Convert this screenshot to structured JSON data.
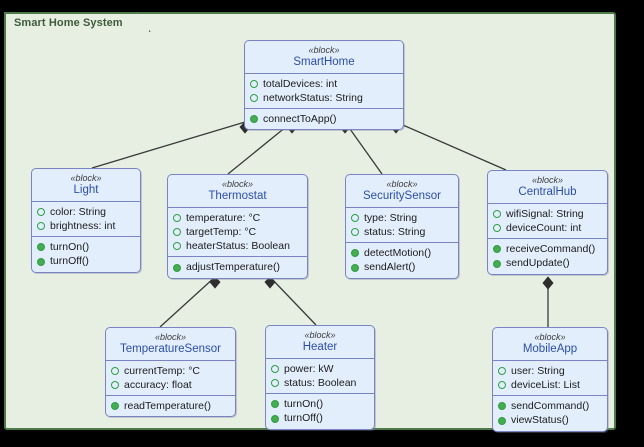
{
  "frame": {
    "label": "Smart Home System"
  },
  "colors": {
    "frame_border": "#4f7a4a",
    "frame_background": "#e7eee2",
    "block_fill": "#e3eefc",
    "block_border": "#7a84c4",
    "block_title": "#2b4fa8",
    "attribute_marker": "#2f9e44",
    "operation_marker": "#46ab52",
    "connector": "#3a3a3a",
    "page_background": "#000000"
  },
  "stereotype": "«block»",
  "blocks": [
    {
      "id": "smarthome",
      "name": "SmartHome",
      "stereotype": "«block»",
      "attributes": [
        "totalDevices: int",
        "networkStatus: String"
      ],
      "operations": [
        "connectToApp()"
      ]
    },
    {
      "id": "light",
      "name": "Light",
      "stereotype": "«block»",
      "attributes": [
        "color: String",
        "brightness: int"
      ],
      "operations": [
        "turnOn()",
        "turnOff()"
      ]
    },
    {
      "id": "thermostat",
      "name": "Thermostat",
      "stereotype": "«block»",
      "attributes": [
        "temperature: °C",
        "targetTemp: °C",
        "heaterStatus: Boolean"
      ],
      "operations": [
        "adjustTemperature()"
      ]
    },
    {
      "id": "securitysensor",
      "name": "SecuritySensor",
      "stereotype": "«block»",
      "attributes": [
        "type: String",
        "status: String"
      ],
      "operations": [
        "detectMotion()",
        "sendAlert()"
      ]
    },
    {
      "id": "centralhub",
      "name": "CentralHub",
      "stereotype": "«block»",
      "attributes": [
        "wifiSignal: String",
        "deviceCount: int"
      ],
      "operations": [
        "receiveCommand()",
        "sendUpdate()"
      ]
    },
    {
      "id": "temperaturesensor",
      "name": "TemperatureSensor",
      "stereotype": "«block»",
      "attributes": [
        "currentTemp: °C",
        "accuracy: float"
      ],
      "operations": [
        "readTemperature()"
      ]
    },
    {
      "id": "heater",
      "name": "Heater",
      "stereotype": "«block»",
      "attributes": [
        "power: kW",
        "status: Boolean"
      ],
      "operations": [
        "turnOn()",
        "turnOff()"
      ]
    },
    {
      "id": "mobileapp",
      "name": "MobileApp",
      "stereotype": "«block»",
      "attributes": [
        "user: String",
        "deviceList: List"
      ],
      "operations": [
        "sendCommand()",
        "viewStatus()"
      ]
    }
  ],
  "relationships": [
    {
      "type": "composition",
      "from": "smarthome",
      "to": "light",
      "label": ""
    },
    {
      "type": "composition",
      "from": "smarthome",
      "to": "thermostat",
      "label": ""
    },
    {
      "type": "composition",
      "from": "smarthome",
      "to": "securitysensor",
      "label": ""
    },
    {
      "type": "composition",
      "from": "smarthome",
      "to": "centralhub",
      "label": ""
    },
    {
      "type": "composition",
      "from": "thermostat",
      "to": "temperaturesensor",
      "label": ""
    },
    {
      "type": "composition",
      "from": "thermostat",
      "to": "heater",
      "label": ""
    },
    {
      "type": "composition",
      "from": "centralhub",
      "to": "mobileapp",
      "label": ""
    }
  ]
}
